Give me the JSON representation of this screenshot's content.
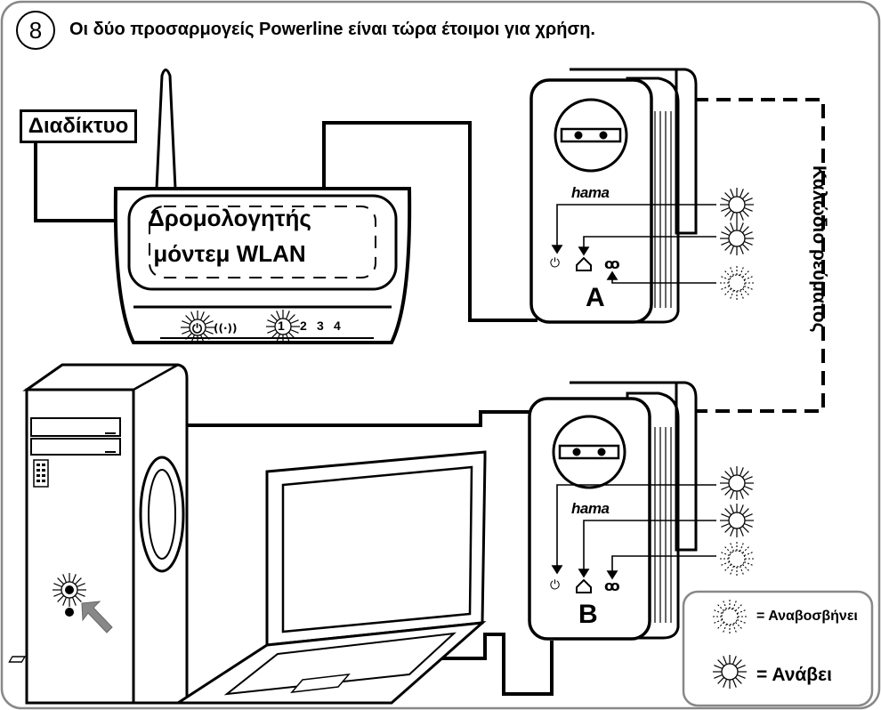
{
  "header": {
    "step_number": "8",
    "title": "Οι δύο προσαρμογείς Powerline είναι τώρα έτοιμοι για χρήση."
  },
  "internet": {
    "label": "Διαδίκτυο"
  },
  "router": {
    "line1": "Δρομολογητής",
    "line2": "μόντεμ WLAN",
    "ports": [
      "1",
      "2",
      "3",
      "4"
    ]
  },
  "adapters": [
    {
      "brand": "hama",
      "label": "A"
    },
    {
      "brand": "hama",
      "label": "B"
    }
  ],
  "wiring_label": "Καλώδιο ρεύματος",
  "legend": {
    "blinking": "= Αναβοσβήνει",
    "lit": "= Ανάβει"
  },
  "icons": [
    "power-icon",
    "wlan-icon",
    "home-icon",
    "network-icon",
    "pointer-arrow-icon"
  ]
}
